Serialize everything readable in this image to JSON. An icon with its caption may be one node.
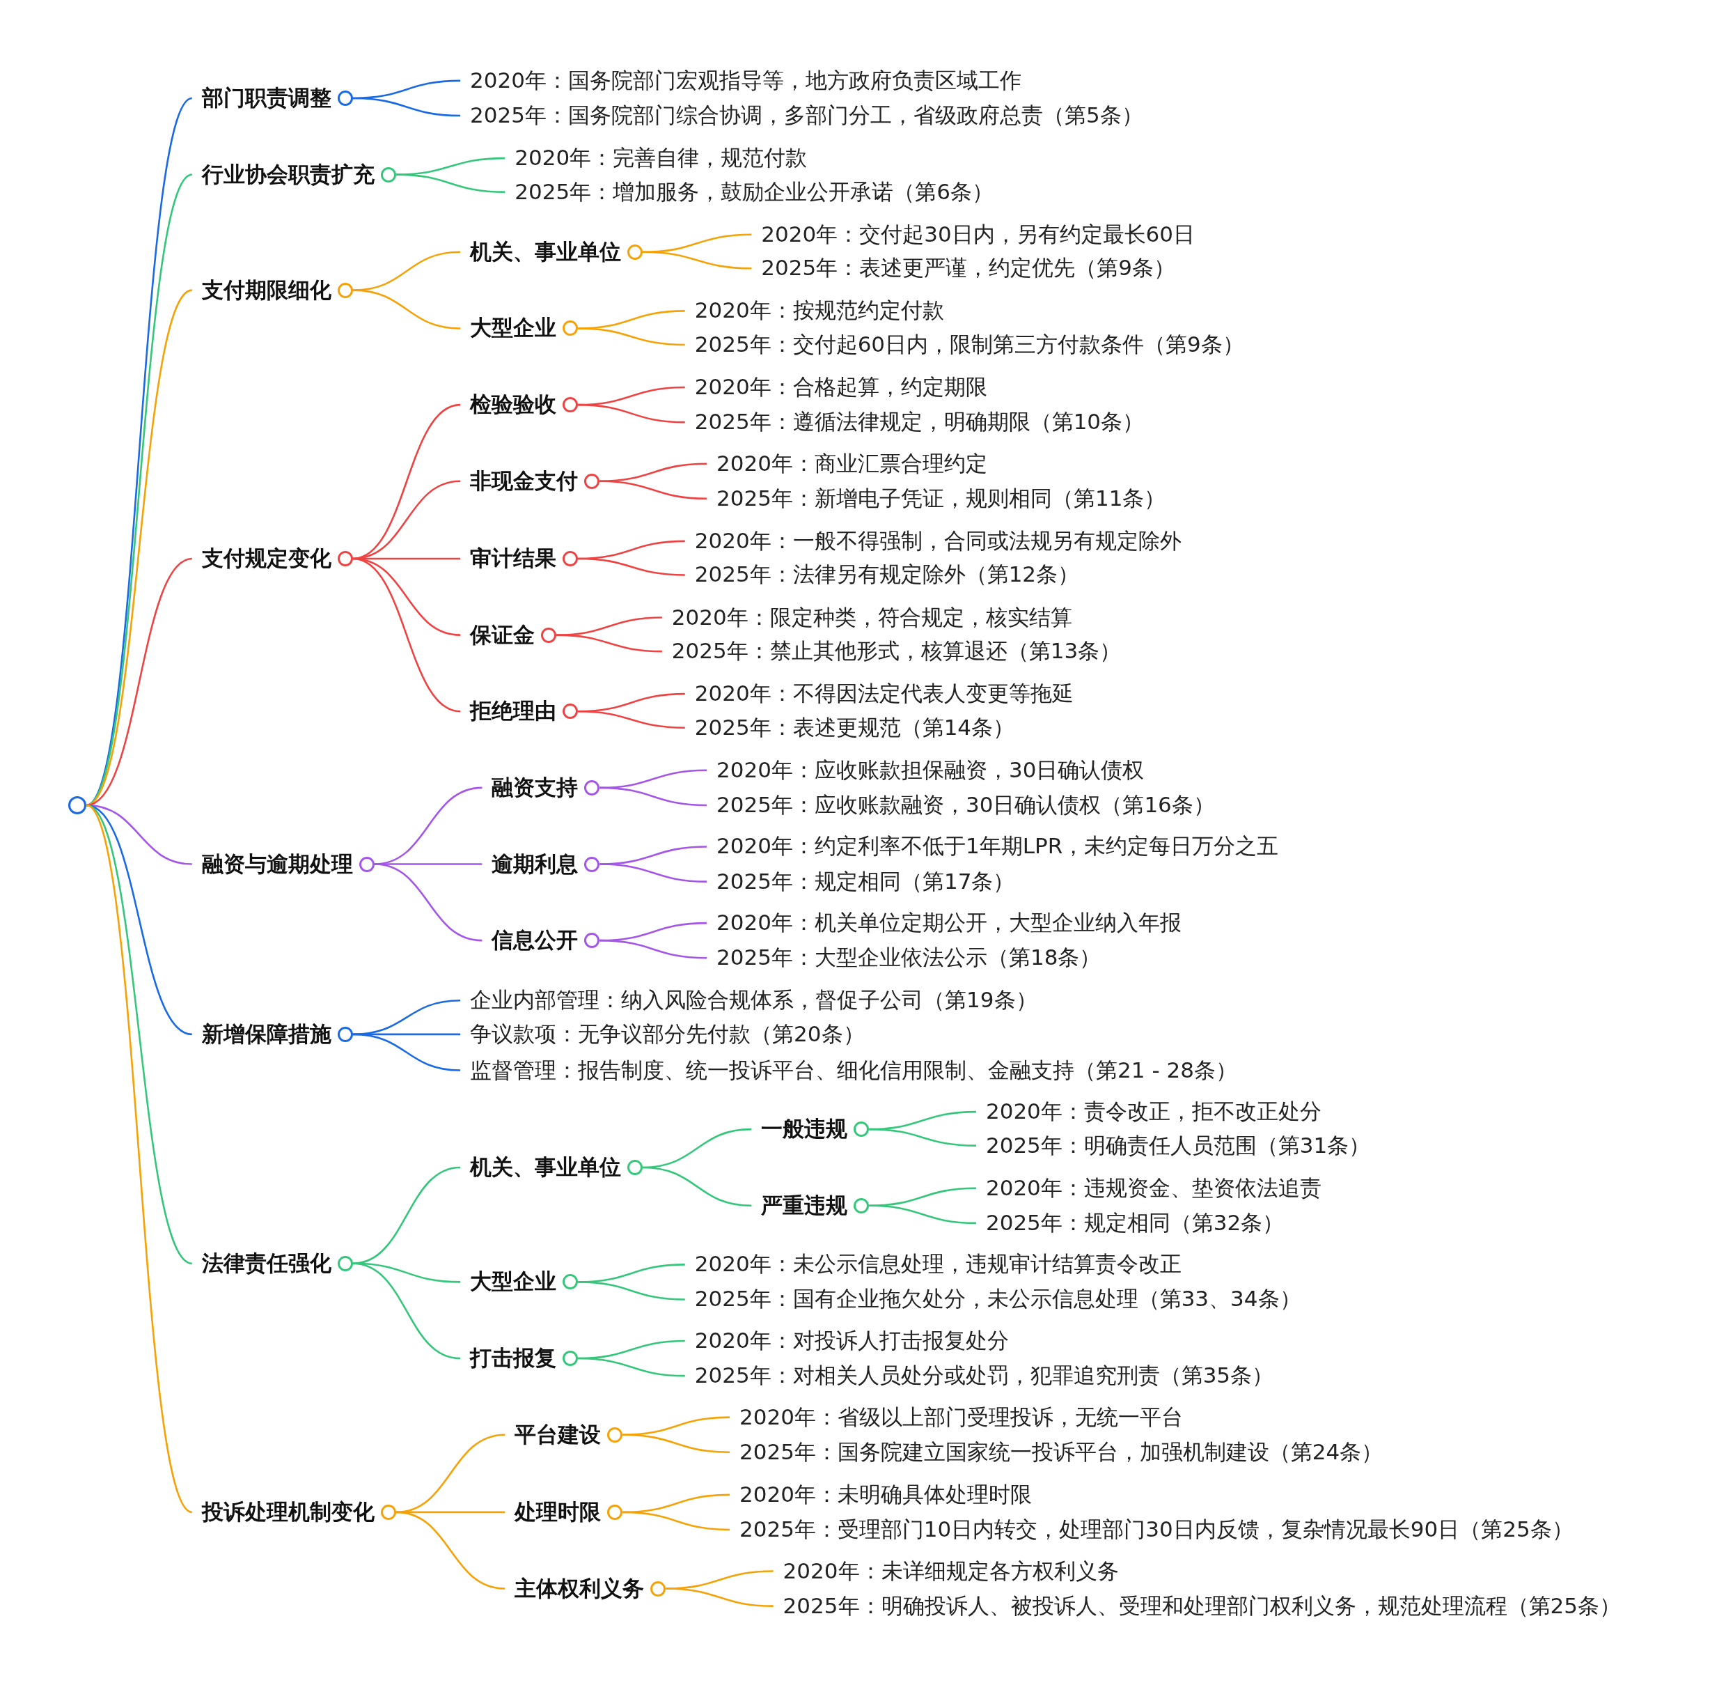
{
  "diagram": {
    "nodes": [
      {
        "text": [],
        "shape": "circle"
      },
      {
        "text": [
          "部门职责调整"
        ]
      },
      {
        "text": [
          "2020年：国务院部门宏观指导等，地方政府负责区域工作"
        ]
      },
      {
        "text": [
          "2025年：国务院部门综合协调，多部门分工，省级政府总责（第5条）"
        ]
      },
      {
        "text": [
          "行业协会职责扩充"
        ]
      },
      {
        "text": [
          "2020年：完善自律，规范付款"
        ]
      },
      {
        "text": [
          "2025年：增加服务，鼓励企业公开承诺（第6条）"
        ]
      },
      {
        "text": [
          "支付期限细化"
        ]
      },
      {
        "text": [
          "机关、事业单位"
        ]
      },
      {
        "text": [
          "2020年：交付起30日内，另有约定最长60日"
        ]
      },
      {
        "text": [
          "2025年：表述更严谨，约定优先（第9条）"
        ]
      },
      {
        "text": [
          "大型企业"
        ]
      },
      {
        "text": [
          "2020年：按规范约定付款"
        ]
      },
      {
        "text": [
          "2025年：交付起60日内，限制第三方付款条件（第9条）"
        ]
      },
      {
        "text": [
          "支付规定变化"
        ]
      },
      {
        "text": [
          "检验验收"
        ]
      },
      {
        "text": [
          "2020年：合格起算，约定期限"
        ]
      },
      {
        "text": [
          "2025年：遵循法律规定，明确期限（第10条）"
        ]
      },
      {
        "text": [
          "非现金支付"
        ]
      },
      {
        "text": [
          "2020年：商业汇票合理约定"
        ]
      },
      {
        "text": [
          "2025年：新增电子凭证，规则相同（第11条）"
        ]
      },
      {
        "text": [
          "审计结果"
        ]
      },
      {
        "text": [
          "2020年：一般不得强制，合同或法规另有规定除外"
        ]
      },
      {
        "text": [
          "2025年：法律另有规定除外（第12条）"
        ]
      },
      {
        "text": [
          "保证金"
        ]
      },
      {
        "text": [
          "2020年：限定种类，符合规定，核实结算"
        ]
      },
      {
        "text": [
          "2025年：禁止其他形式，核算退还（第13条）"
        ]
      },
      {
        "text": [
          "拒绝理由"
        ]
      },
      {
        "text": [
          "2020年：不得因法定代表人变更等拖延"
        ]
      },
      {
        "text": [
          "2025年：表述更规范（第14条）"
        ]
      },
      {
        "text": [
          "融资与逾期处理"
        ]
      },
      {
        "text": [
          "融资支持"
        ]
      },
      {
        "text": [
          "2020年：应收账款担保融资，30日确认债权"
        ]
      },
      {
        "text": [
          "2025年：应收账款融资，30日确认债权（第16条）"
        ]
      },
      {
        "text": [
          "逾期利息"
        ]
      },
      {
        "text": [
          "2020年：约定利率不低于1年期LPR，未约定每日万分之五"
        ]
      },
      {
        "text": [
          "2025年：规定相同（第17条）"
        ]
      },
      {
        "text": [
          "信息公开"
        ]
      },
      {
        "text": [
          "2020年：机关单位定期公开，大型企业纳入年报"
        ]
      },
      {
        "text": [
          "2025年：大型企业依法公示（第18条）"
        ]
      },
      {
        "text": [
          "新增保障措施"
        ]
      },
      {
        "text": [
          "企业内部管理：纳入风险合规体系，督促子公司（第19条）"
        ]
      },
      {
        "text": [
          "争议款项：无争议部分先付款（第20条）"
        ]
      },
      {
        "text": [
          "监督管理：报告制度、统一投诉平台、细化信用限制、金融支持（第21 - 28条）"
        ]
      },
      {
        "text": [
          "法律责任强化"
        ]
      },
      {
        "text": [
          "机关、事业单位"
        ]
      },
      {
        "text": [
          "一般违规"
        ]
      },
      {
        "text": [
          "2020年：责令改正，拒不改正处分"
        ]
      },
      {
        "text": [
          "2025年：明确责任人员范围（第31条）"
        ]
      },
      {
        "text": [
          "严重违规"
        ]
      },
      {
        "text": [
          "2020年：违规资金、垫资依法追责"
        ]
      },
      {
        "text": [
          "2025年：规定相同（第32条）"
        ]
      },
      {
        "text": [
          "大型企业"
        ]
      },
      {
        "text": [
          "2020年：未公示信息处理，违规审计结算责令改正"
        ]
      },
      {
        "text": [
          "2025年：国有企业拖欠处分，未公示信息处理（第33、34条）"
        ]
      },
      {
        "text": [
          "打击报复"
        ]
      },
      {
        "text": [
          "2020年：对投诉人打击报复处分"
        ]
      },
      {
        "text": [
          "2025年：对相关人员处分或处罚，犯罪追究刑责（第35条）"
        ]
      },
      {
        "text": [
          "投诉处理机制变化"
        ]
      },
      {
        "text": [
          "平台建设"
        ]
      },
      {
        "text": [
          "2020年：省级以上部门受理投诉，无统一平台"
        ]
      },
      {
        "text": [
          "2025年：国务院建立国家统一投诉平台，加强机制建设（第24条）"
        ]
      },
      {
        "text": [
          "处理时限"
        ]
      },
      {
        "text": [
          "2020年：未明确具体处理时限"
        ]
      },
      {
        "text": [
          "2025年：受理部门10日内转交，处理部门30日内反馈，复杂情况最长90日（第25条）"
        ]
      },
      {
        "text": [
          "主体权利义务"
        ]
      },
      {
        "text": [
          "2020年：未详细规定各方权利义务"
        ]
      },
      {
        "text": [
          "2025年：明确投诉人、被投诉人、受理和处理部门权利义务，规范处理流程（第25条）"
        ]
      }
    ],
    "edges": [
      {
        "from": 0,
        "to": 1,
        "arrow": "none",
        "color": "#1a6ae6"
      },
      {
        "from": 0,
        "to": 4,
        "arrow": "none",
        "color": "#34c77b"
      },
      {
        "from": 0,
        "to": 7,
        "arrow": "none",
        "color": "#f5a207"
      },
      {
        "from": 0,
        "to": 14,
        "arrow": "none",
        "color": "#ef4343"
      },
      {
        "from": 0,
        "to": 30,
        "arrow": "none",
        "color": "#a356e8"
      },
      {
        "from": 0,
        "to": 40,
        "arrow": "none",
        "color": "#1a6ae6"
      },
      {
        "from": 0,
        "to": 44,
        "arrow": "none",
        "color": "#34c77b"
      },
      {
        "from": 0,
        "to": 58,
        "arrow": "none",
        "color": "#f5a207"
      },
      {
        "from": 1,
        "to": 2,
        "arrow": "none",
        "color": "#1a6ae6"
      },
      {
        "from": 1,
        "to": 3,
        "arrow": "none",
        "color": "#1a6ae6"
      },
      {
        "from": 4,
        "to": 5,
        "arrow": "none",
        "color": "#34c77b"
      },
      {
        "from": 4,
        "to": 6,
        "arrow": "none",
        "color": "#34c77b"
      },
      {
        "from": 7,
        "to": 8,
        "arrow": "none",
        "color": "#f5a207"
      },
      {
        "from": 7,
        "to": 11,
        "arrow": "none",
        "color": "#f5a207"
      },
      {
        "from": 8,
        "to": 9,
        "arrow": "none",
        "color": "#f5a207"
      },
      {
        "from": 8,
        "to": 10,
        "arrow": "none",
        "color": "#f5a207"
      },
      {
        "from": 11,
        "to": 12,
        "arrow": "none",
        "color": "#f5a207"
      },
      {
        "from": 11,
        "to": 13,
        "arrow": "none",
        "color": "#f5a207"
      },
      {
        "from": 14,
        "to": 15,
        "arrow": "none",
        "color": "#ef4343"
      },
      {
        "from": 14,
        "to": 18,
        "arrow": "none",
        "color": "#ef4343"
      },
      {
        "from": 14,
        "to": 21,
        "arrow": "none",
        "color": "#ef4343"
      },
      {
        "from": 14,
        "to": 24,
        "arrow": "none",
        "color": "#ef4343"
      },
      {
        "from": 14,
        "to": 27,
        "arrow": "none",
        "color": "#ef4343"
      },
      {
        "from": 15,
        "to": 16,
        "arrow": "none",
        "color": "#ef4343"
      },
      {
        "from": 15,
        "to": 17,
        "arrow": "none",
        "color": "#ef4343"
      },
      {
        "from": 18,
        "to": 19,
        "arrow": "none",
        "color": "#ef4343"
      },
      {
        "from": 18,
        "to": 20,
        "arrow": "none",
        "color": "#ef4343"
      },
      {
        "from": 21,
        "to": 22,
        "arrow": "none",
        "color": "#ef4343"
      },
      {
        "from": 21,
        "to": 23,
        "arrow": "none",
        "color": "#ef4343"
      },
      {
        "from": 24,
        "to": 25,
        "arrow": "none",
        "color": "#ef4343"
      },
      {
        "from": 24,
        "to": 26,
        "arrow": "none",
        "color": "#ef4343"
      },
      {
        "from": 27,
        "to": 28,
        "arrow": "none",
        "color": "#ef4343"
      },
      {
        "from": 27,
        "to": 29,
        "arrow": "none",
        "color": "#ef4343"
      },
      {
        "from": 30,
        "to": 31,
        "arrow": "none",
        "color": "#a356e8"
      },
      {
        "from": 30,
        "to": 34,
        "arrow": "none",
        "color": "#a356e8"
      },
      {
        "from": 30,
        "to": 37,
        "arrow": "none",
        "color": "#a356e8"
      },
      {
        "from": 31,
        "to": 32,
        "arrow": "none",
        "color": "#a356e8"
      },
      {
        "from": 31,
        "to": 33,
        "arrow": "none",
        "color": "#a356e8"
      },
      {
        "from": 34,
        "to": 35,
        "arrow": "none",
        "color": "#a356e8"
      },
      {
        "from": 34,
        "to": 36,
        "arrow": "none",
        "color": "#a356e8"
      },
      {
        "from": 37,
        "to": 38,
        "arrow": "none",
        "color": "#a356e8"
      },
      {
        "from": 37,
        "to": 39,
        "arrow": "none",
        "color": "#a356e8"
      },
      {
        "from": 40,
        "to": 41,
        "arrow": "none",
        "color": "#1a6ae6"
      },
      {
        "from": 40,
        "to": 42,
        "arrow": "none",
        "color": "#1a6ae6"
      },
      {
        "from": 40,
        "to": 43,
        "arrow": "none",
        "color": "#1a6ae6"
      },
      {
        "from": 44,
        "to": 45,
        "arrow": "none",
        "color": "#34c77b"
      },
      {
        "from": 44,
        "to": 52,
        "arrow": "none",
        "color": "#34c77b"
      },
      {
        "from": 44,
        "to": 55,
        "arrow": "none",
        "color": "#34c77b"
      },
      {
        "from": 45,
        "to": 46,
        "arrow": "none",
        "color": "#34c77b"
      },
      {
        "from": 45,
        "to": 49,
        "arrow": "none",
        "color": "#34c77b"
      },
      {
        "from": 46,
        "to": 47,
        "arrow": "none",
        "color": "#34c77b"
      },
      {
        "from": 46,
        "to": 48,
        "arrow": "none",
        "color": "#34c77b"
      },
      {
        "from": 49,
        "to": 50,
        "arrow": "none",
        "color": "#34c77b"
      },
      {
        "from": 49,
        "to": 51,
        "arrow": "none",
        "color": "#34c77b"
      },
      {
        "from": 52,
        "to": 53,
        "arrow": "none",
        "color": "#34c77b"
      },
      {
        "from": 52,
        "to": 54,
        "arrow": "none",
        "color": "#34c77b"
      },
      {
        "from": 55,
        "to": 56,
        "arrow": "none",
        "color": "#34c77b"
      },
      {
        "from": 55,
        "to": 57,
        "arrow": "none",
        "color": "#34c77b"
      },
      {
        "from": 58,
        "to": 59,
        "arrow": "none",
        "color": "#f5a207"
      },
      {
        "from": 58,
        "to": 62,
        "arrow": "none",
        "color": "#f5a207"
      },
      {
        "from": 58,
        "to": 65,
        "arrow": "none",
        "color": "#f5a207"
      },
      {
        "from": 59,
        "to": 60,
        "arrow": "none",
        "color": "#f5a207"
      },
      {
        "from": 59,
        "to": 61,
        "arrow": "none",
        "color": "#f5a207"
      },
      {
        "from": 62,
        "to": 63,
        "arrow": "none",
        "color": "#f5a207"
      },
      {
        "from": 62,
        "to": 64,
        "arrow": "none",
        "color": "#f5a207"
      },
      {
        "from": 65,
        "to": 66,
        "arrow": "none",
        "color": "#f5a207"
      },
      {
        "from": 65,
        "to": 67,
        "arrow": "none",
        "color": "#f5a207"
      }
    ]
  }
}
